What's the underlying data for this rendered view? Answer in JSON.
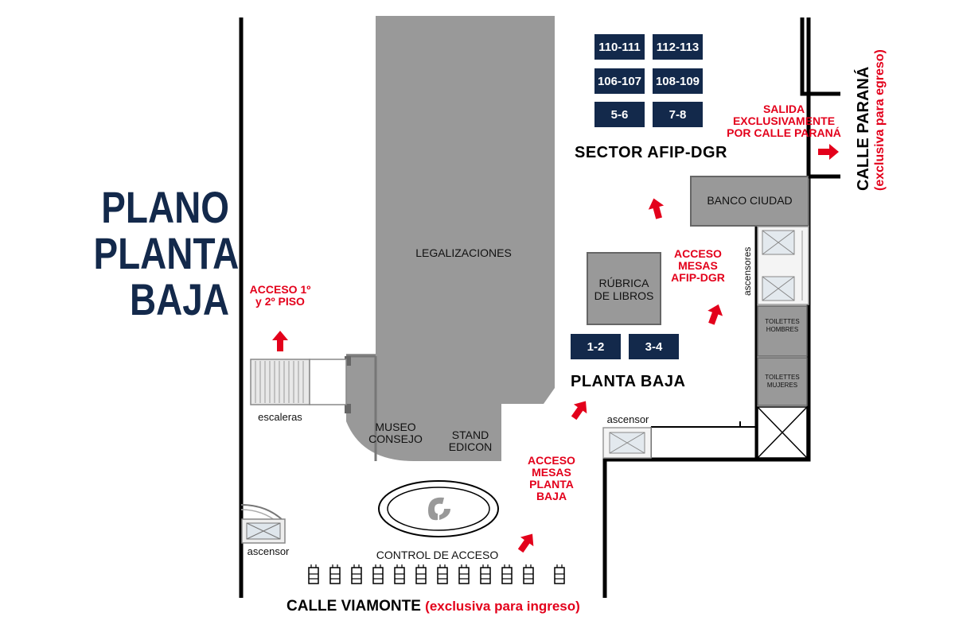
{
  "title": {
    "line1": "PLANO",
    "line2": "PLANTA",
    "line3": "BAJA"
  },
  "colors": {
    "navy": "#13294b",
    "red": "#e3001b",
    "gray": "#999999"
  },
  "areas": {
    "legalizaciones": "LEGALIZACIONES",
    "museo": "MUSEO CONSEJO",
    "stand": "STAND EDICON",
    "rubrica": "RÚBRICA DE LIBROS",
    "banco": "BANCO CIUDAD",
    "toilettes_hombres": "TOILETTES HOMBRES",
    "toilettes_mujeres": "TOILETTES MUJERES",
    "control": "CONTROL DE ACCESO",
    "escaleras": "escaleras",
    "ascensor": "ascensor",
    "ascensores": "ascensores"
  },
  "sectors": {
    "afip": "SECTOR AFIP-DGR",
    "planta_baja": "PLANTA BAJA"
  },
  "mesas": {
    "afip": [
      "110-111",
      "112-113",
      "106-107",
      "108-109",
      "5-6",
      "7-8"
    ],
    "planta_baja": [
      "1-2",
      "3-4"
    ]
  },
  "notes": {
    "acceso_pisos": "ACCESO 1º y 2º PISO",
    "acceso_afip": "ACCESO MESAS AFIP-DGR",
    "acceso_planta": "ACCESO MESAS PLANTA BAJA",
    "salida": "SALIDA EXCLUSIVAMENTE POR CALLE PARANÁ"
  },
  "streets": {
    "viamonte": "CALLE VIAMONTE",
    "viamonte_note": "(exclusiva para ingreso)",
    "parana": "CALLE PARANÁ",
    "parana_note": "(exclusiva para egreso)"
  },
  "logo_icon": "consejo-logo-icon",
  "turnstile_count": 12
}
